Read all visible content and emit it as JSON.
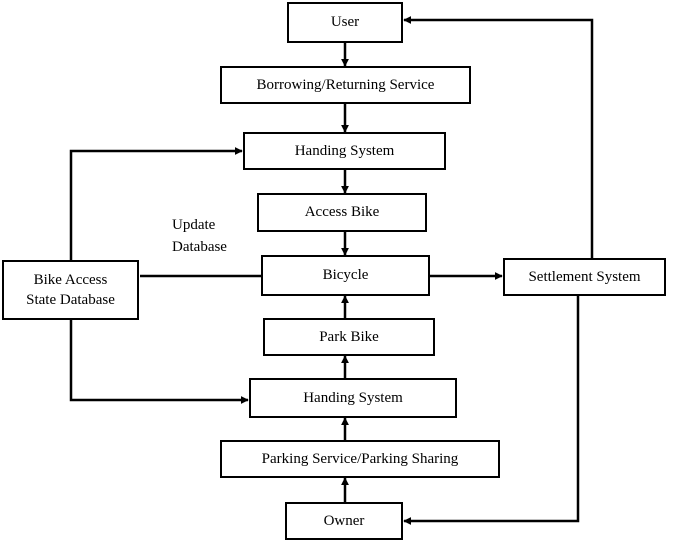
{
  "nodes": {
    "user": "User",
    "borrowing_returning_service": "Borrowing/Returning Service",
    "handing_system_top": "Handing System",
    "access_bike": "Access Bike",
    "bicycle": "Bicycle",
    "park_bike": "Park Bike",
    "handing_system_bottom": "Handing System",
    "parking_service": "Parking Service/Parking Sharing",
    "owner": "Owner",
    "settlement_system": "Settlement System",
    "bike_access_db_line1": "Bike Access",
    "bike_access_db_line2": "State Database"
  },
  "edge_labels": {
    "update_line1": "Update",
    "update_line2": "Database"
  },
  "colors": {
    "stroke": "#000000",
    "background": "#ffffff"
  }
}
